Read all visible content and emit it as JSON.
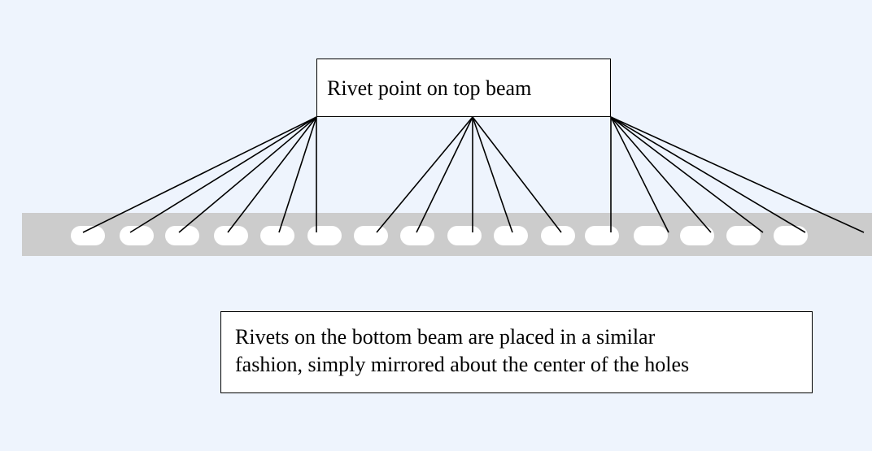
{
  "top_label": "Rivet point on top beam",
  "bottom_label": {
    "line1": "Rivets on the bottom beam are placed in a similar",
    "line2": "fashion, simply mirrored about the center of the holes"
  },
  "colors": {
    "background": "#eef4fd",
    "beam": "#cccccc",
    "holes": "#ffffff",
    "lines": "#000000"
  }
}
